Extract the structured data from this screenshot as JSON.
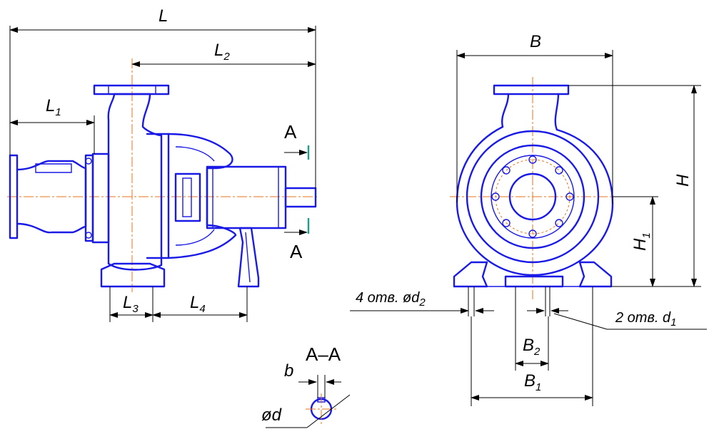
{
  "colors": {
    "outline": "#1a1ae6",
    "axis": "#e8741a",
    "dimension": "#000000",
    "section_mark": "#1aa08a"
  },
  "labels": {
    "L": {
      "main": "L",
      "sub": ""
    },
    "L1": {
      "main": "L",
      "sub": "1"
    },
    "L2": {
      "main": "L",
      "sub": "2"
    },
    "L3": {
      "main": "L",
      "sub": "3"
    },
    "L4": {
      "main": "L",
      "sub": "4"
    },
    "B": {
      "main": "B",
      "sub": ""
    },
    "B1": {
      "main": "B",
      "sub": "1"
    },
    "B2": {
      "main": "B",
      "sub": "2"
    },
    "H": {
      "main": "H",
      "sub": ""
    },
    "H1": {
      "main": "H",
      "sub": "1"
    },
    "b": "b",
    "phi_d": "ød",
    "holes_d2": {
      "main": "4 отв. ød",
      "sub": "2"
    },
    "holes_d1": {
      "main": "2 отв. d",
      "sub": "1"
    },
    "section_top": "A",
    "section_bottom": "A",
    "section_title": "A–A"
  }
}
